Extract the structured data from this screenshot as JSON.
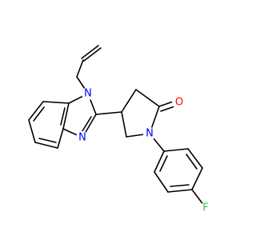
{
  "diagram": {
    "type": "chemical-structure",
    "colors": {
      "bond": "#000000",
      "nitrogen": "#0000FF",
      "oxygen": "#FF0000",
      "fluorine": "#33CC33",
      "background": "#FFFFFF"
    },
    "labels": {
      "n_allyl": "N",
      "n_imine": "N",
      "n_lactam": "N",
      "oxygen": "O",
      "fluorine": "F"
    }
  }
}
